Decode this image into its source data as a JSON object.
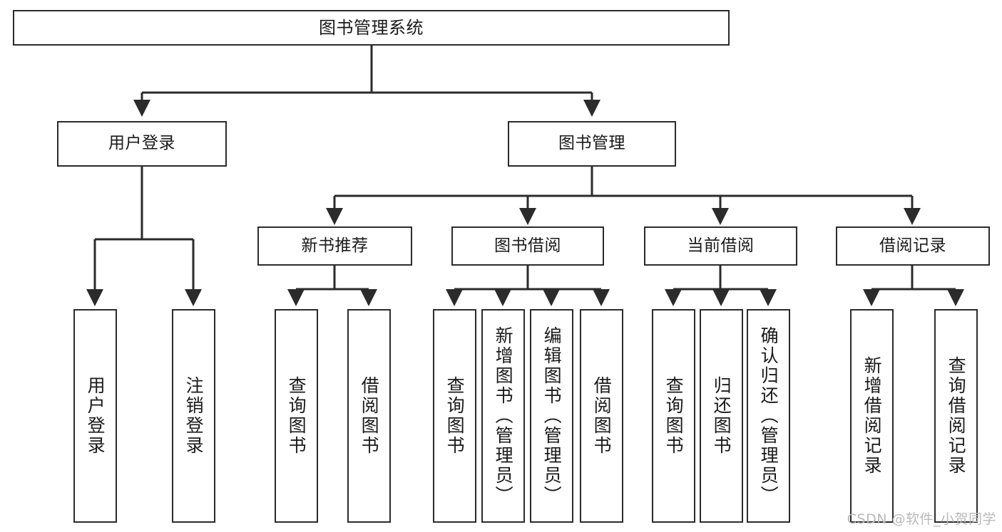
{
  "diagram": {
    "title": "图书管理系统",
    "type": "tree",
    "watermark": "CSDN @软件_小贺同学",
    "colors": {
      "box_border": "#2b2b2b",
      "box_fill": "#ffffff",
      "line": "#2b2b2b",
      "text": "#1a1a1a",
      "watermark": "#b9b9b9"
    },
    "root": {
      "label": "图书管理系统"
    },
    "level2": [
      {
        "label": "用户登录"
      },
      {
        "label": "图书管理"
      }
    ],
    "level3": [
      {
        "label": "新书推荐"
      },
      {
        "label": "图书借阅"
      },
      {
        "label": "当前借阅"
      },
      {
        "label": "借阅记录"
      }
    ],
    "leaves": {
      "user_login": [
        {
          "label": "用户登录"
        },
        {
          "label": "注销登录"
        }
      ],
      "new_book": [
        {
          "label": "查询图书"
        },
        {
          "label": "借阅图书"
        }
      ],
      "book_borrow": [
        {
          "label": "查询图书"
        },
        {
          "label": "新增图书（管理员）"
        },
        {
          "label": "编辑图书（管理员）"
        },
        {
          "label": "借阅图书"
        }
      ],
      "current_borrow": [
        {
          "label": "查询图书"
        },
        {
          "label": "归还图书"
        },
        {
          "label": "确认归还（管理员）"
        }
      ],
      "borrow_record": [
        {
          "label": "新增借阅记录"
        },
        {
          "label": "查询借阅记录"
        }
      ]
    }
  }
}
